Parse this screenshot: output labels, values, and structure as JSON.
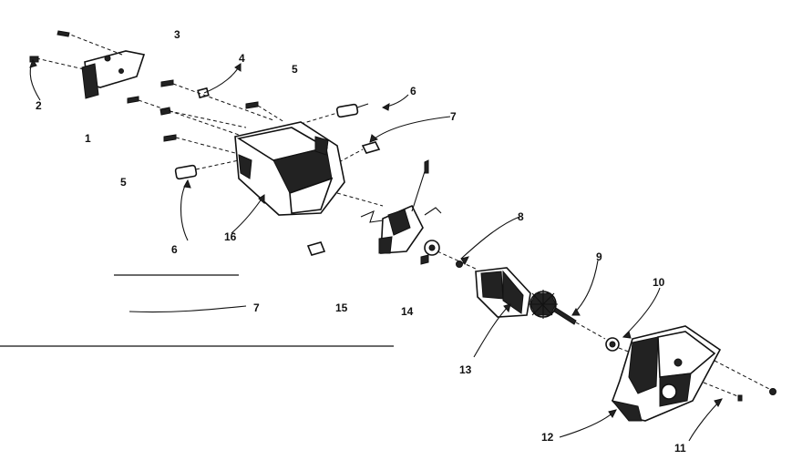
{
  "diagram": {
    "callouts": [
      {
        "id": "c1",
        "text": "1"
      },
      {
        "id": "c2",
        "text": "2"
      },
      {
        "id": "c3",
        "text": "3"
      },
      {
        "id": "c4",
        "text": "4"
      },
      {
        "id": "c5a",
        "text": "5"
      },
      {
        "id": "c5b",
        "text": "5"
      },
      {
        "id": "c6a",
        "text": "6"
      },
      {
        "id": "c6b",
        "text": "6"
      },
      {
        "id": "c7a",
        "text": "7"
      },
      {
        "id": "c7b",
        "text": "7"
      },
      {
        "id": "c8",
        "text": "8"
      },
      {
        "id": "c9",
        "text": "9"
      },
      {
        "id": "c10",
        "text": "10"
      },
      {
        "id": "c11",
        "text": "11"
      },
      {
        "id": "c12",
        "text": "12"
      },
      {
        "id": "c13",
        "text": "13"
      },
      {
        "id": "c14",
        "text": "14"
      },
      {
        "id": "c15",
        "text": "15"
      },
      {
        "id": "c16",
        "text": "16"
      }
    ]
  }
}
